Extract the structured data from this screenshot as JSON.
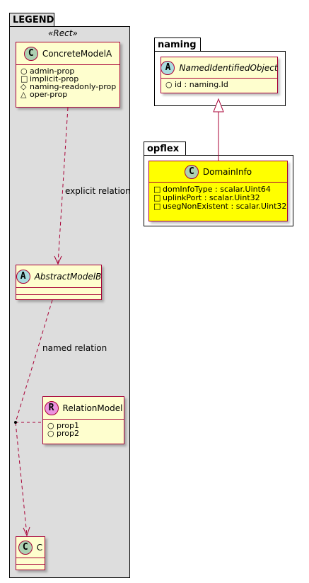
{
  "legend": {
    "package_name": "LEGEND",
    "stereotype": "«Rect»",
    "concrete_model": {
      "badge": "C",
      "name": "ConcreteModelA",
      "attributes": [
        {
          "visibility": "+",
          "text": "admin-prop"
        },
        {
          "visibility": "-",
          "text": "implicit-prop"
        },
        {
          "visibility": "#",
          "text": "naming-readonly-prop"
        },
        {
          "visibility": "~",
          "text": "oper-prop"
        }
      ]
    },
    "abstract_model": {
      "badge": "A",
      "name": "AbstractModelB"
    },
    "relation_model": {
      "badge": "R",
      "name": "RelationModel",
      "attributes": [
        {
          "visibility": "+",
          "text": "prop1"
        },
        {
          "visibility": "+",
          "text": "prop2"
        }
      ]
    },
    "c_model": {
      "badge": "C",
      "name": "C"
    },
    "explicit_relation_label": "explicit relation",
    "named_relation_label": "named relation"
  },
  "naming": {
    "package_name": "naming",
    "named_identified_object": {
      "badge": "A",
      "name": "NamedIdentifiedObject",
      "attributes": [
        {
          "visibility": "+",
          "text": "id : naming.Id"
        }
      ]
    }
  },
  "opflex": {
    "package_name": "opflex",
    "domain_info": {
      "badge": "C",
      "name": "DomainInfo",
      "attributes": [
        {
          "visibility": "-",
          "text": "domInfoType : scalar.Uint64"
        },
        {
          "visibility": "-",
          "text": "uplinkPort : scalar.Uint32"
        },
        {
          "visibility": "-",
          "text": "usegNonExistent : scalar.Uint32"
        }
      ]
    }
  },
  "colors": {
    "class_border": "#a80036",
    "class_fill": "#fefece",
    "highlight_fill": "#ffff00",
    "legend_fill": "#dddddd",
    "badge_class": "#add1b2",
    "badge_abstract": "#a9dcdf",
    "badge_relation": "#eb93df"
  }
}
